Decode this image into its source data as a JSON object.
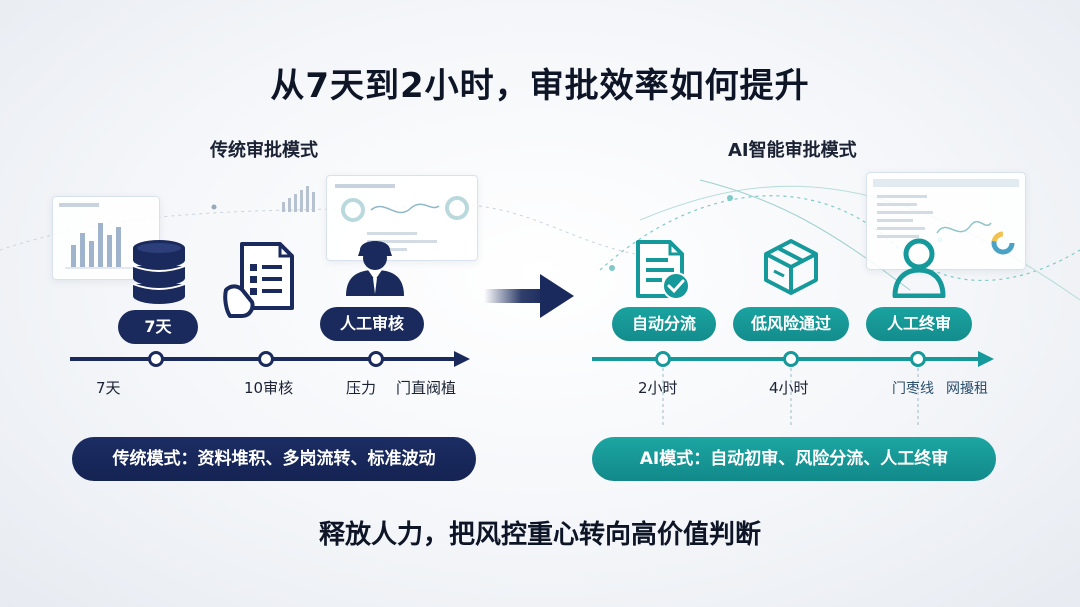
{
  "title": "从7天到2小时，审批效率如何提升",
  "traditional": {
    "heading": "传统审批模式",
    "badges": [
      "7天",
      "人工审核"
    ],
    "ticks": [
      "7天",
      "10审核",
      "压力",
      "门直阀植"
    ],
    "summary": "传统模式：资料堆积、多岗流转、标准波动",
    "icons": [
      "database-stack-icon",
      "document-form-icon",
      "reviewer-person-icon"
    ],
    "accent": "#1a2a5c"
  },
  "ai": {
    "heading": "AI智能审批模式",
    "badges": [
      "自动分流",
      "低风险通过",
      "人工终审"
    ],
    "ticks": [
      "2小时",
      "4小时",
      "门枣线",
      "网擾租"
    ],
    "summary": "AI模式：自动初审、风险分流、人工终审",
    "icons": [
      "document-check-icon",
      "package-box-icon",
      "person-icon"
    ],
    "accent": "#16999a"
  },
  "footer": "释放人力，把风控重心转向高价值判断",
  "transition_icon": "right-arrow-icon"
}
